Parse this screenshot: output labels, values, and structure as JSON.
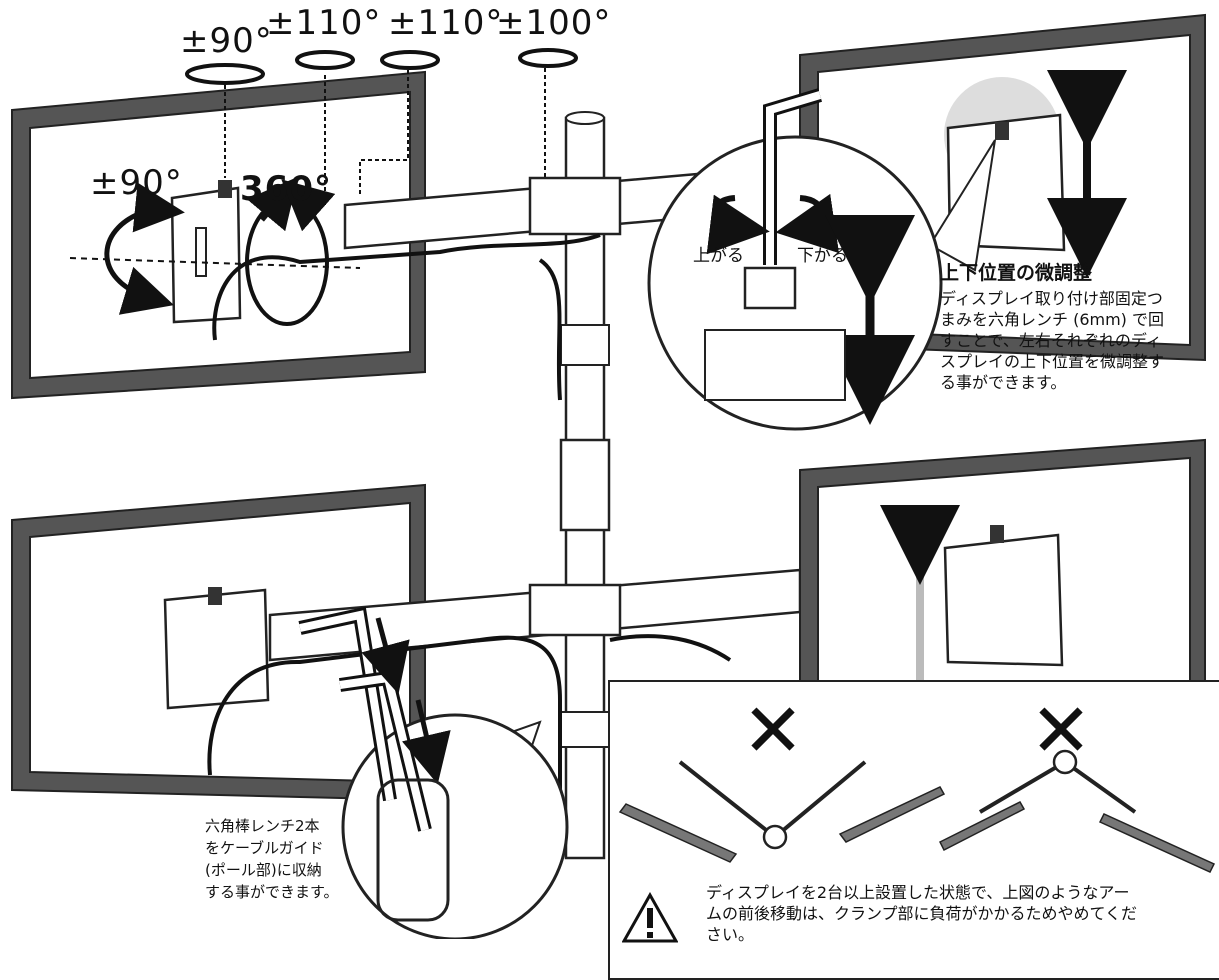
{
  "rotation_labels": {
    "tilt": "±90°",
    "swivel_1": "±110°",
    "swivel_2": "±110°",
    "swivel_3": "±100°",
    "rotate": "±90°",
    "rotate_360": "360°"
  },
  "wrench_callout": {
    "up": "上がる",
    "down": "下がる"
  },
  "fine_adjust": {
    "title": "上下位置の微調整",
    "lines": [
      "ディスプレイ取り付け部固定つ",
      "まみを六角レンチ (6mm) で回",
      "すことで、左右それぞれのディ",
      "スプレイの上下位置を微調整す",
      "る事ができます。"
    ]
  },
  "storage_note": {
    "lines": [
      "六角棒レンチ2本",
      "をケーブルガイド",
      "(ポール部)に収納",
      "する事ができます。"
    ]
  },
  "warning": {
    "mark_left": "✕",
    "mark_right": "✕",
    "lines": [
      "ディスプレイを2台以上設置した状態で、上図のようなアー",
      "ムの前後移動は、クランプ部に負荷がかかるためやめてくだ",
      "さい。"
    ]
  }
}
